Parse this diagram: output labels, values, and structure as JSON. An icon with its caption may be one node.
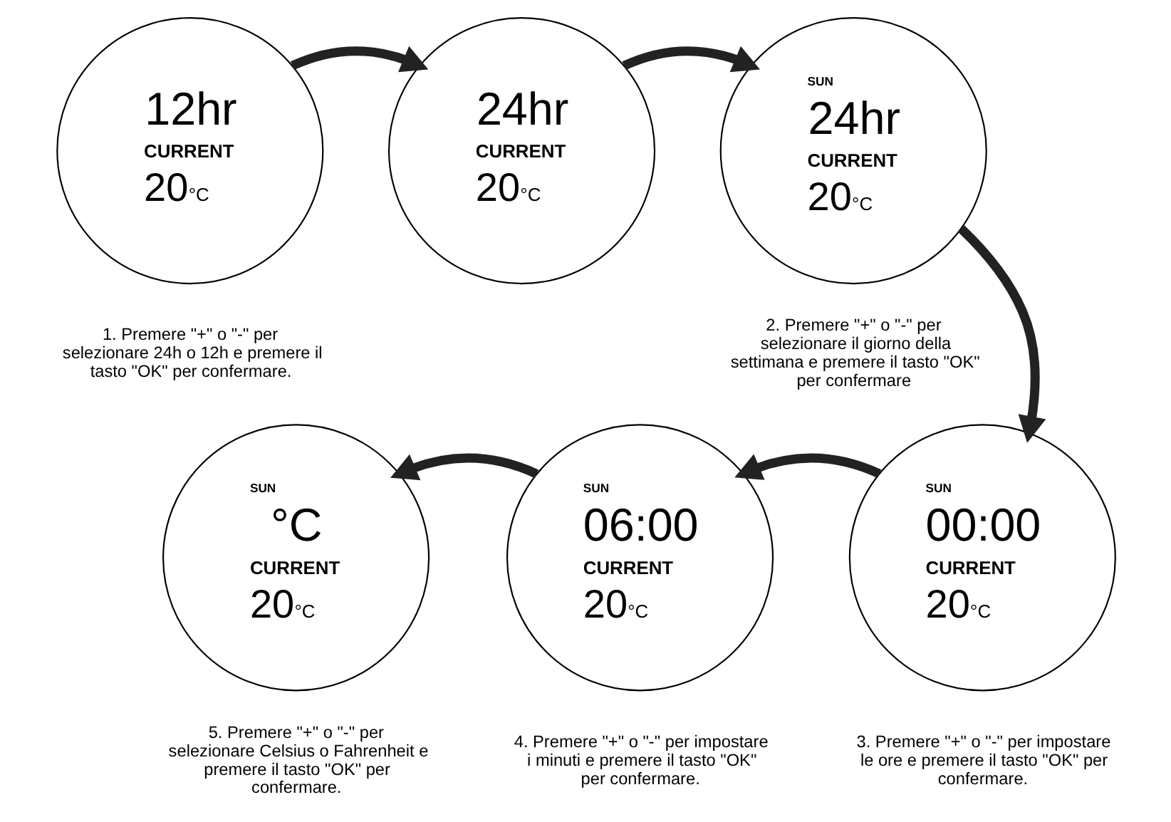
{
  "diagram": {
    "nodes": [
      {
        "text": [
          "12hr",
          "CURRENT",
          "20",
          "°C"
        ],
        "beside": [
          "1. Premere \"+\" o \"-\" per selezionare 24h o 12h e premere il tasto \"OK\" per confermare."
        ]
      },
      {
        "text": [
          "24hr",
          "CURRENT",
          "20",
          "°C"
        ]
      },
      {
        "text": [
          "SUN",
          "24hr",
          "CURRENT",
          "20",
          "°C"
        ],
        "beside": [
          "2. Premere \"+\" o \"-\" per selezionare il giorno della settimana e premere il tasto \"OK\" per confermare"
        ]
      },
      {
        "text": [
          "SUN",
          "00:00",
          "CURRENT",
          "20",
          "°C"
        ],
        "beside": [
          "3. Premere \"+\" o \"-\" per impostare le ore e premere il tasto \"OK\" per confermare."
        ]
      },
      {
        "text": [
          "SUN",
          "06:00",
          "CURRENT",
          "20",
          "°C"
        ],
        "beside": [
          "4. Premere \"+\" o \"-\" per impostare i minuti e premere il tasto \"OK\" per confermare."
        ]
      },
      {
        "text": [
          "SUN",
          "°C",
          "CURRENT",
          "20",
          "°C"
        ],
        "beside": [
          "5. Premere \"+\" o \"-\" per selezionare Celsius o Fahrenheit e premere il tasto \"OK\" per confermare."
        ]
      }
    ],
    "edges": [
      {
        "from": 0,
        "to": 1,
        "arrow": "to"
      },
      {
        "from": 1,
        "to": 2,
        "arrow": "to"
      },
      {
        "from": 2,
        "to": 3,
        "arrow": "to"
      },
      {
        "from": 3,
        "to": 4,
        "arrow": "to"
      },
      {
        "from": 4,
        "to": 5,
        "arrow": "to"
      }
    ]
  }
}
